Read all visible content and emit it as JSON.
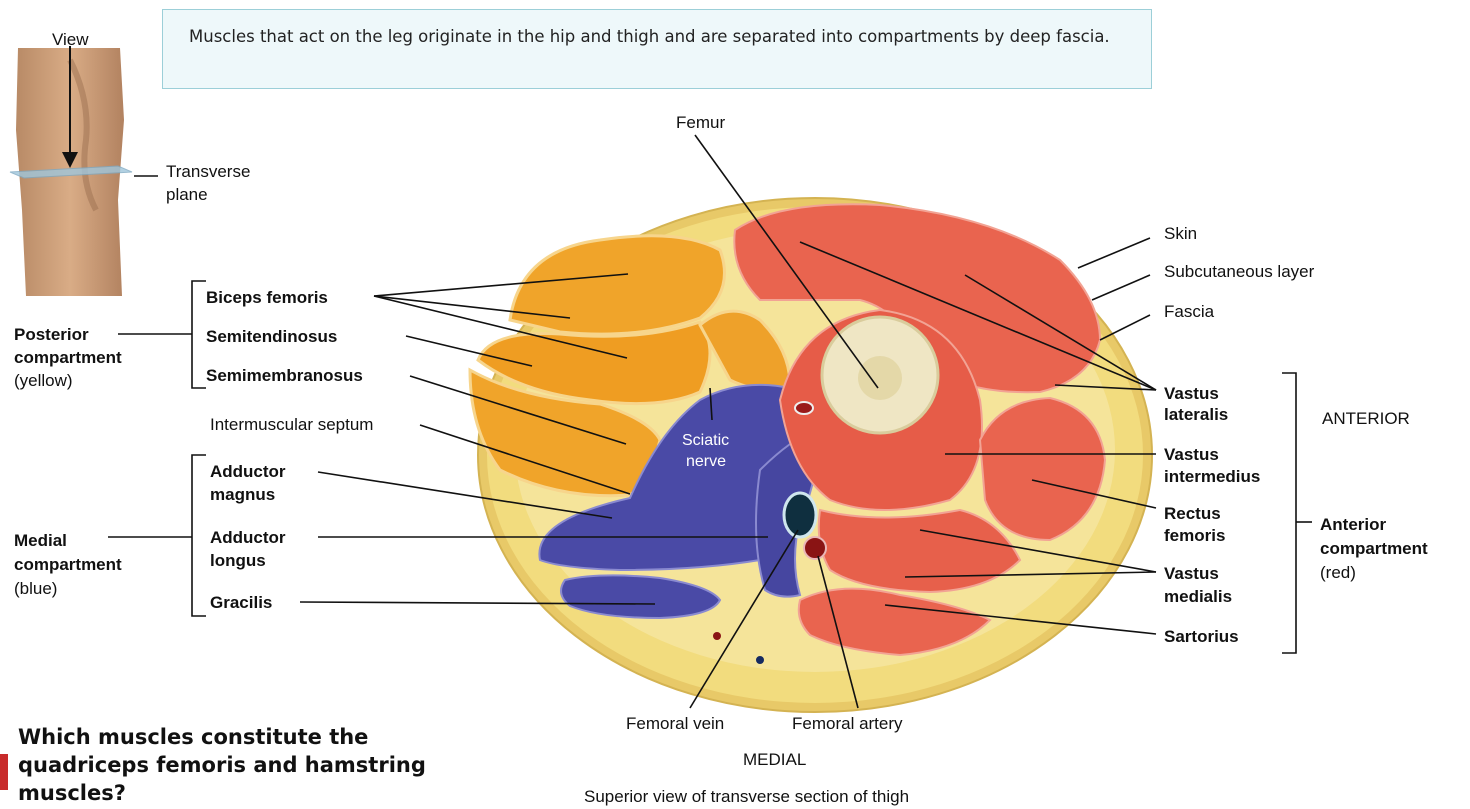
{
  "callout": {
    "text": "Muscles that act on the leg originate in the hip and thigh and are separated into compartments by deep fascia."
  },
  "question": {
    "text": "Which muscles constitute the quadriceps femoris and hamstring muscles?"
  },
  "inset": {
    "view": "View",
    "transverse_1": "Transverse",
    "transverse_2": "plane"
  },
  "labels": {
    "femur": "Femur",
    "skin": "Skin",
    "subcutaneous": "Subcutaneous layer",
    "fascia": "Fascia",
    "vastus_lateralis_1": "Vastus",
    "vastus_lateralis_2": "lateralis",
    "vastus_intermedius_1": "Vastus",
    "vastus_intermedius_2": "intermedius",
    "rectus_femoris_1": "Rectus",
    "rectus_femoris_2": "femoris",
    "vastus_medialis_1": "Vastus",
    "vastus_medialis_2": "medialis",
    "sartorius": "Sartorius",
    "anterior_side": "ANTERIOR",
    "anterior_comp_1": "Anterior",
    "anterior_comp_2": "compartment",
    "anterior_comp_3": "(red)",
    "biceps_femoris": "Biceps femoris",
    "semitendinosus": "Semitendinosus",
    "semimembranosus": "Semimembranosus",
    "posterior_comp_1": "Posterior",
    "posterior_comp_2": "compartment",
    "posterior_comp_3": "(yellow)",
    "intermuscular_septum": "Intermuscular septum",
    "adductor_magnus_1": "Adductor",
    "adductor_magnus_2": "magnus",
    "adductor_longus_1": "Adductor",
    "adductor_longus_2": "longus",
    "gracilis": "Gracilis",
    "medial_comp_1": "Medial",
    "medial_comp_2": "compartment",
    "medial_comp_3": "(blue)",
    "sciatic_1": "Sciatic",
    "sciatic_2": "nerve",
    "femoral_vein": "Femoral vein",
    "femoral_artery": "Femoral artery",
    "medial_side": "MEDIAL",
    "caption": "Superior view of transverse section of thigh"
  },
  "colors": {
    "fat": "#f2dc7e",
    "anterior_red": "#e9644f",
    "posterior_yellow": "#f0a42a",
    "medial_blue": "#4a4aa6",
    "femur": "#efe6c4",
    "callout_bg": "#eef8fa",
    "callout_border": "#9ccfd8"
  }
}
